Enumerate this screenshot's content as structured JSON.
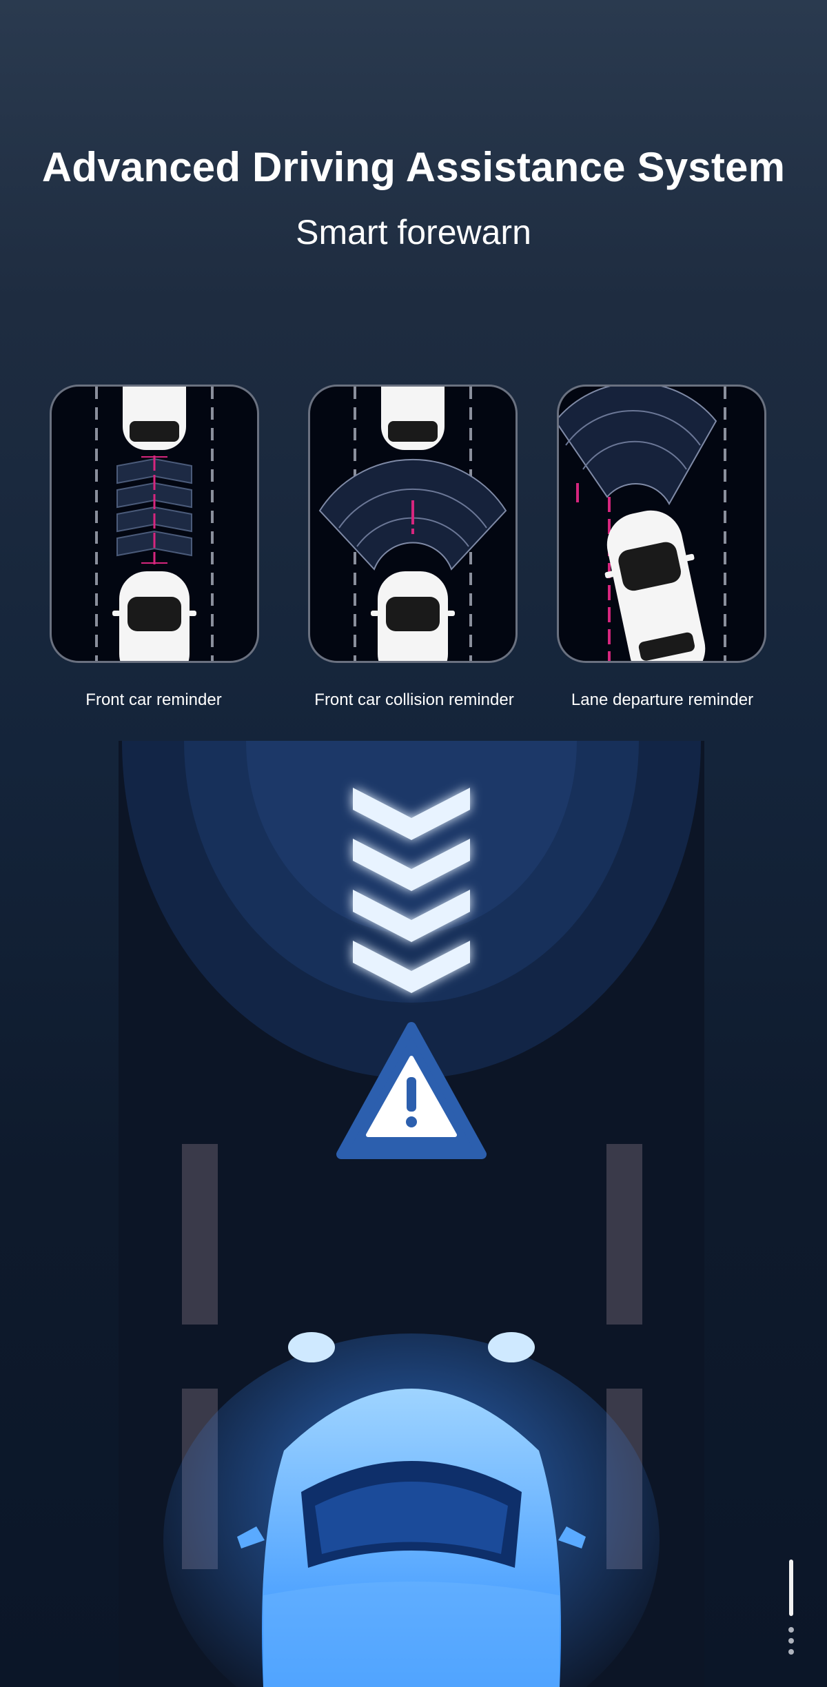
{
  "header": {
    "title": "Advanced Driving Assistance System",
    "subtitle": "Smart forewarn"
  },
  "features": [
    {
      "label": "Front car reminder",
      "icon": "front-car-reminder-illustration"
    },
    {
      "label": "Front car collision reminder",
      "icon": "collision-reminder-illustration"
    },
    {
      "label": "Lane departure reminder",
      "icon": "lane-departure-illustration"
    }
  ],
  "hero": {
    "icons": [
      "chevron-down-icon",
      "warning-triangle-icon",
      "car-top-view-icon"
    ]
  },
  "colors": {
    "accent": "#3a8cff",
    "warning_line": "#d6267e",
    "card_border": "#6a7180"
  }
}
